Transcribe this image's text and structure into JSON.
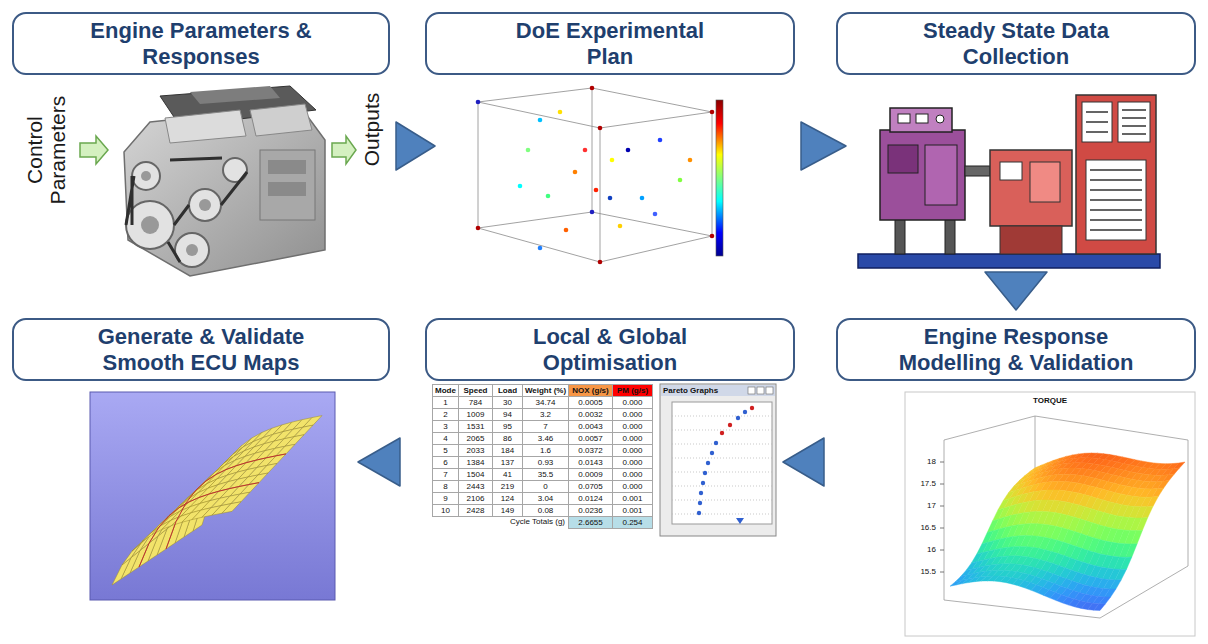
{
  "diagram": {
    "nodes": [
      {
        "text": [
          "Engine Parameters & Responses"
        ]
      },
      {
        "text": [
          "DoE Experimental Plan"
        ]
      },
      {
        "text": [
          "Steady State Data Collection"
        ]
      },
      {
        "text": [
          "Generate & Validate Smooth ECU Maps"
        ]
      },
      {
        "text": [
          "Local & Global Optimisation"
        ]
      },
      {
        "text": [
          "Engine Response Modelling & Validation"
        ]
      }
    ],
    "edges": [
      {
        "from": 0,
        "to": 1,
        "arrow": "to"
      },
      {
        "from": 1,
        "to": 2,
        "arrow": "to"
      },
      {
        "from": 2,
        "to": 5,
        "arrow": "to"
      },
      {
        "from": 5,
        "to": 4,
        "arrow": "to"
      },
      {
        "from": 4,
        "to": 3,
        "arrow": "to"
      }
    ],
    "labels": [
      "Control Parameters",
      "Outputs",
      "Mode",
      "Speed",
      "Load",
      "Weight (%)",
      "NOX (g/s)",
      "PM (g/s)",
      "1",
      "784",
      "30",
      "34.74",
      "0.0005",
      "0.000",
      "2",
      "1009",
      "94",
      "3.2",
      "0.0032",
      "0.000",
      "3",
      "1531",
      "95",
      "7",
      "0.0043",
      "0.000",
      "4",
      "2065",
      "86",
      "3.46",
      "0.0057",
      "0.000",
      "5",
      "2033",
      "184",
      "1.6",
      "0.0372",
      "0.000",
      "6",
      "1384",
      "137",
      "0.93",
      "0.0143",
      "0.000",
      "7",
      "1504",
      "41",
      "35.5",
      "0.0009",
      "0.000",
      "8",
      "2443",
      "219",
      "0",
      "0.0705",
      "0.000",
      "9",
      "2106",
      "124",
      "3.04",
      "0.0124",
      "0.001",
      "10",
      "2428",
      "149",
      "0.08",
      "0.0236",
      "0.001",
      "Cycle Totals (g)",
      "2.6655",
      "0.254",
      "Pareto Graphs",
      "TORQUE",
      "18",
      "17.5",
      "17",
      "16.5",
      "16",
      "15.5"
    ]
  }
}
